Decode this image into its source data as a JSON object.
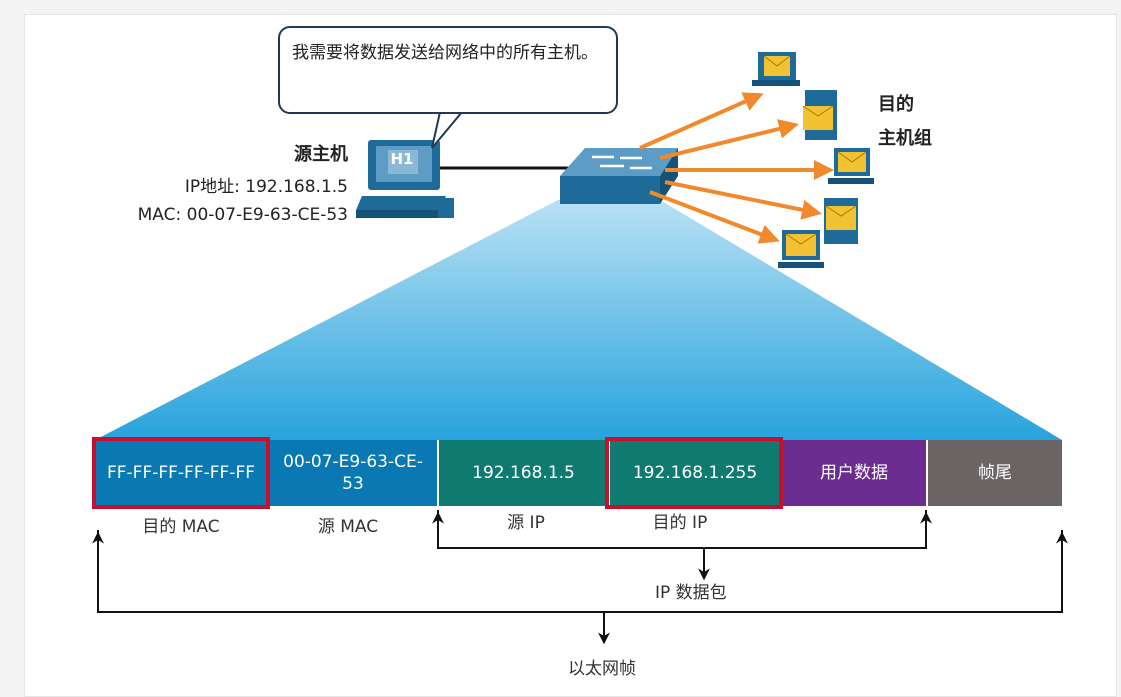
{
  "bubble": {
    "text": "我需要将数据发送给网络中的所有主机。"
  },
  "source": {
    "title": "源主机",
    "host_label": "H1",
    "ip": "IP地址: 192.168.1.5",
    "mac": "MAC: 00-07-E9-63-CE-53"
  },
  "destination": {
    "line1": "目的",
    "line2": "主机组"
  },
  "frame": {
    "fields": [
      {
        "value": "FF-FF-FF-FF-FF-FF",
        "label": "目的 MAC",
        "color": "#0a79b3"
      },
      {
        "value": "00-07-E9-63-CE-53",
        "label": "源 MAC",
        "color": "#0a79b3"
      },
      {
        "value": "192.168.1.5",
        "label": "源 IP",
        "color": "#0f7a70"
      },
      {
        "value": "192.168.1.255",
        "label": "目的 IP",
        "color": "#0f7a70"
      },
      {
        "value": "用户数据",
        "label": "",
        "color": "#6b2d8f"
      },
      {
        "value": "帧尾",
        "label": "",
        "color": "#6b6464"
      }
    ],
    "highlight_color": "#c8102e"
  },
  "brackets": {
    "ip_packet": "IP 数据包",
    "ethernet_frame": "以太网帧"
  },
  "colors": {
    "arrow": "#f08a2c",
    "beam_top": "#a8d8f0",
    "beam_bottom": "#2aa7df"
  }
}
